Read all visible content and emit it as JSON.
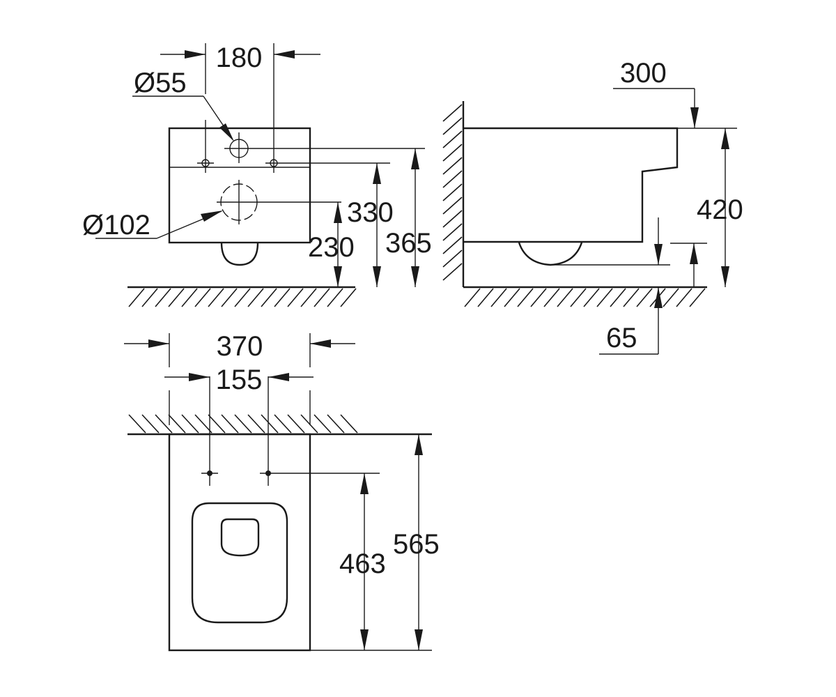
{
  "front_view": {
    "dim_fixing_spacing": "180",
    "dim_inlet_diameter": "Ø55",
    "dim_outlet_diameter": "Ø102",
    "dim_fixing_height": "330",
    "dim_outlet_height": "230",
    "dim_inlet_height": "365"
  },
  "side_view": {
    "dim_inlet_offset": "300",
    "dim_rim_height": "420",
    "dim_outlet_floor": "65"
  },
  "top_view": {
    "dim_width": "370",
    "dim_fixing_spacing": "155",
    "dim_fixing_projection": "463",
    "dim_depth": "565"
  },
  "colors": {
    "line": "#1a1a1a",
    "background": "#ffffff"
  }
}
